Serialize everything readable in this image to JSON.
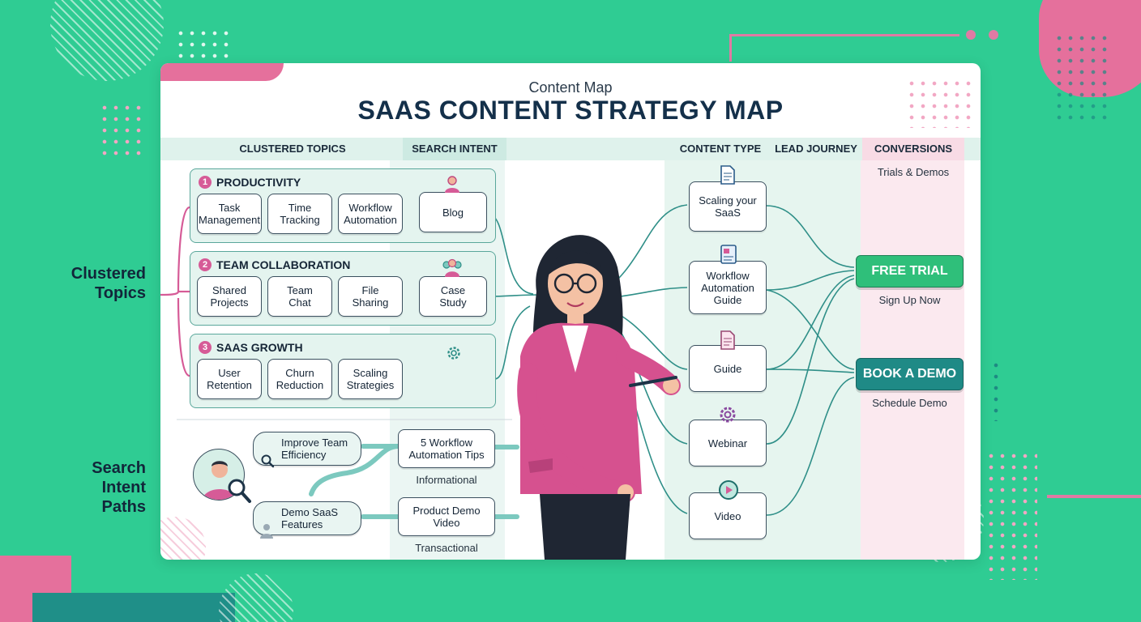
{
  "header": {
    "subtitle": "Content Map",
    "title": "SAAS CONTENT STRATEGY MAP"
  },
  "side_labels": {
    "clustered": "Clustered\nTopics",
    "search": "Search\nIntent\nPaths"
  },
  "columns": [
    "CLUSTERED TOPICS",
    "SEARCH INTENT",
    "CONTENT TYPE",
    "LEAD JOURNEY",
    "CONVERSIONS"
  ],
  "clusters": [
    {
      "number": "1",
      "title": "PRODUCTIVITY",
      "items": [
        "Task\nManagement",
        "Time\nTracking",
        "Workflow\nAutomation"
      ],
      "content": "Blog",
      "icon": "user-icon"
    },
    {
      "number": "2",
      "title": "TEAM COLLABORATION",
      "items": [
        "Shared\nProjects",
        "Team\nChat",
        "File\nSharing"
      ],
      "content": "Case\nStudy",
      "icon": "team-icon"
    },
    {
      "number": "3",
      "title": "SAAS GROWTH",
      "items": [
        "User\nRetention",
        "Churn\nReduction",
        "Scaling\nStrategies"
      ],
      "icon": "gear-icon"
    }
  ],
  "search_paths": {
    "queries": [
      "Improve Team\nEfficiency",
      "Demo SaaS\nFeatures"
    ],
    "results": [
      {
        "label": "5 Workflow\nAutomation Tips",
        "caption": "Informational"
      },
      {
        "label": "Product Demo\nVideo",
        "caption": "Transactional"
      }
    ]
  },
  "content_types": [
    {
      "label": "Scaling your\nSaaS",
      "icon": "document-icon"
    },
    {
      "label": "Workflow\nAutomation\nGuide",
      "icon": "guide-icon"
    },
    {
      "label": "Guide",
      "icon": "document-icon"
    },
    {
      "label": "Webinar",
      "icon": "gear-icon"
    },
    {
      "label": "Video",
      "icon": "play-icon"
    }
  ],
  "conversions": {
    "note": "Trials & Demos",
    "free_trial": {
      "label": "FREE TRIAL",
      "caption": "Sign Up Now"
    },
    "book_demo": {
      "label": "BOOK A DEMO",
      "caption": "Schedule Demo"
    }
  },
  "colors": {
    "background": "#2fcc93",
    "accent_pink": "#d65b97",
    "teal": "#1f8a86",
    "green_cta": "#2fbf7a"
  }
}
